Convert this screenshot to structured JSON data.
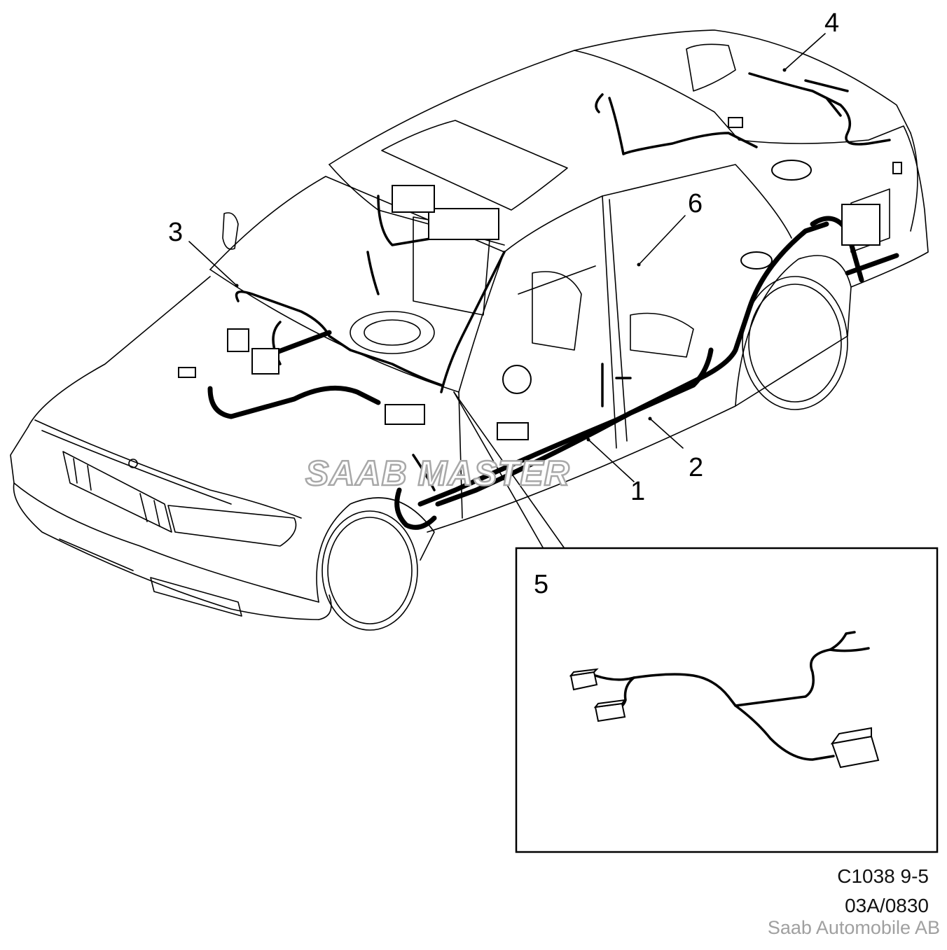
{
  "callouts": {
    "c1": "1",
    "c2": "2",
    "c3": "3",
    "c4": "4",
    "c5": "5",
    "c6": "6"
  },
  "watermark": "SAAB MASTER",
  "figure_code": "C1038 9-5",
  "figure_ref": "03A/0830",
  "credit": "Saab Automobile AB"
}
